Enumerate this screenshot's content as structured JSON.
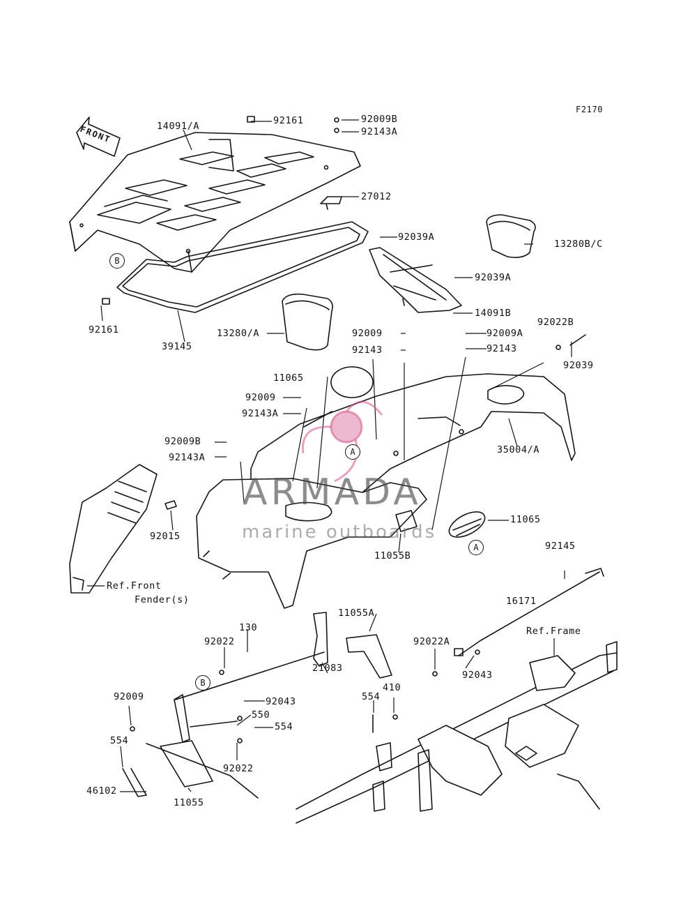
{
  "figure_code": "F2170",
  "front_label": "FRONT",
  "callouts": {
    "a1": "A",
    "a2": "A",
    "b1": "B",
    "b2": "B"
  },
  "parts": {
    "p14091a": "14091/A",
    "p92161_top": "92161",
    "p92009b_top": "92009B",
    "p92143a_top": "92143A",
    "p27012": "27012",
    "p13280bc": "13280B/C",
    "p92039a_1": "92039A",
    "p92039a_2": "92039A",
    "p14091b": "14091B",
    "p92161_left": "92161",
    "p39145": "39145",
    "p13280a": "13280/A",
    "p92009_mid": "92009",
    "p92143_mid": "92143",
    "p92009a_mid": "92009A",
    "p92143_mid2": "92143",
    "p92022b": "92022B",
    "p92039": "92039",
    "p11065_top": "11065",
    "p92009_l": "92009",
    "p92143a_l": "92143A",
    "p92009b_l": "92009B",
    "p92143a_l2": "92143A",
    "p35004a": "35004/A",
    "p92015": "92015",
    "p11065_right": "11065",
    "p11055b": "11055B",
    "p92145": "92145",
    "ref_front_fender_1": "Ref.Front",
    "ref_front_fender_2": "Fender(s)",
    "p16171": "16171",
    "p11055a": "11055A",
    "p130": "130",
    "p92022_a": "92022",
    "p92022a": "92022A",
    "ref_frame": "Ref.Frame",
    "p21083": "21083",
    "p410": "410",
    "p554_a": "554",
    "p92043_a": "92043",
    "p92043_b": "92043",
    "p92009_b": "92009",
    "p550": "550",
    "p554_b": "554",
    "p554_c": "554",
    "p92022_b": "92022",
    "p46102": "46102",
    "p11055": "11055"
  },
  "watermark": {
    "brand": "ARMADA",
    "tagline": "marine outboards"
  }
}
